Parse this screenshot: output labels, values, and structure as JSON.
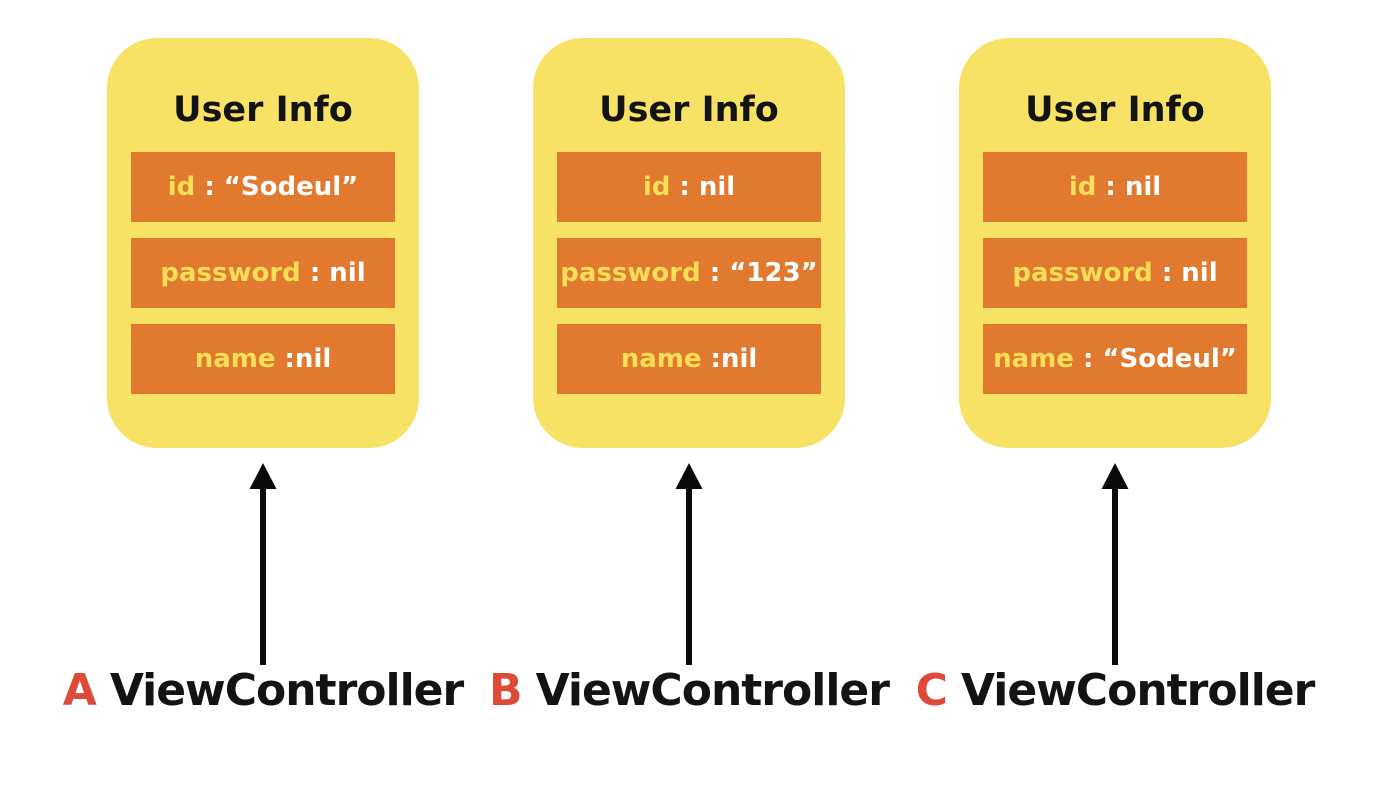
{
  "colors": {
    "page_bg": "#FFFFFF",
    "card_yellow": "#F8E266",
    "row_orange": "#E1792E",
    "key_text_yellow": "#F9DE58",
    "value_text_white": "#FFFFFF",
    "title_text_black": "#131313",
    "label_letter_red": "#DE4A38",
    "label_text_black": "#131313",
    "arrow_black": "#0A0A0A"
  },
  "cards": [
    {
      "title": "User Info",
      "rows": [
        {
          "key": "id",
          "rest": " : “Sodeul”"
        },
        {
          "key": "password",
          "rest": " : nil"
        },
        {
          "key": "name",
          "rest": " :nil"
        }
      ],
      "label": {
        "letter": "A",
        "name": "ViewController"
      }
    },
    {
      "title": "User Info",
      "rows": [
        {
          "key": "id",
          "rest": " : nil"
        },
        {
          "key": "password",
          "rest": " : “123”"
        },
        {
          "key": "name",
          "rest": " :nil"
        }
      ],
      "label": {
        "letter": "B",
        "name": "ViewController"
      }
    },
    {
      "title": "User Info",
      "rows": [
        {
          "key": "id",
          "rest": " : nil"
        },
        {
          "key": "password",
          "rest": " : nil"
        },
        {
          "key": "name",
          "rest": " : “Sodeul”"
        }
      ],
      "label": {
        "letter": "C",
        "name": "ViewController"
      }
    }
  ]
}
